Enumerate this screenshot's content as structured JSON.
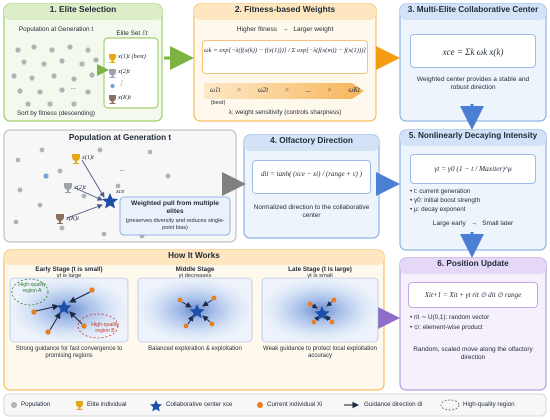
{
  "panel1": {
    "title": "1. Elite Selection",
    "population_label": "Population at Generation t",
    "elite_set_label": "Elite Set ℰt",
    "elites": [
      "x(1)t (best)",
      "x(2)t",
      "⋮",
      "x(K)t"
    ],
    "sort_note": "Sort by fitness (descending)",
    "ellipsis": "..."
  },
  "panel2": {
    "title": "2. Fitness-based Weights",
    "higher": "Higher fitness",
    "arrow": "→",
    "larger": "Larger weight",
    "formula": "ωk = exp[−λ(f(x(k)) − f(x(1)))] / Σ exp[−λ(f(x(m)) − f(x(1)))]",
    "order_items": [
      "ω1t",
      ">",
      "ω2t",
      ">",
      "...",
      ">",
      "ωKt"
    ],
    "best_tag": "(best)",
    "lambda_note": "λ: weight sensitivity (controls sharpness)"
  },
  "panel3": {
    "title": "3. Multi-Elite Collaborative Center",
    "formula": "xce = Σk ωk x(k)",
    "note": "Weighted center provides a stable and robust direction"
  },
  "panel_pop": {
    "title": "Population at Generation t",
    "labels": [
      "x(1)t",
      "x(2)t",
      "x(K)t",
      "xce"
    ],
    "ellipsis": "...",
    "pull_title": "Weighted pull from multiple elites",
    "pull_note": "(preserves diversity and reduces single-point bias)"
  },
  "panel4": {
    "title": "4. Olfactory Direction",
    "formula": "dit = tanh( (xce − xi) / (range + ε) )",
    "note": "Normalized direction to the collaborative center"
  },
  "panel5": {
    "title": "5. Nonlinearly Decaying Intensity",
    "formula": "γt = γ0 (1 − t / Maxiter)^μ",
    "bullets": [
      "t: current generation",
      "γ0: initial boost strength",
      "μ: decay exponent"
    ],
    "large_early": "Large early",
    "arrow": "→",
    "small_later": "Small later"
  },
  "panel_how": {
    "title": "How It Works",
    "stages": [
      {
        "title": "Early Stage (t is small)",
        "sub": "γt is large",
        "caption": "Strong guidance for fast convergence to promising regions"
      },
      {
        "title": "Middle Stage",
        "sub": "γt decreases",
        "caption": "Balanced exploration & exploitation"
      },
      {
        "title": "Late Stage (t is large)",
        "sub": "γt is small",
        "caption": "Weak guidance to protect local exploitation accuracy"
      }
    ],
    "region_a": "High-quality region A",
    "region_b": "High-quality region B"
  },
  "panel6": {
    "title": "6. Position Update",
    "formula": "Xit+1 = Xit + γt rit ⊙ dit ⊙ range",
    "bullets": [
      "rit ∼ U(0,1): random vector",
      "⊙: element-wise product"
    ],
    "note": "Random, scaled move along the olfactory direction"
  },
  "legend": [
    {
      "icon": "population-dot",
      "label": "Population"
    },
    {
      "icon": "trophy-icon",
      "label": "Elite individual"
    },
    {
      "icon": "star-icon",
      "label": "Collaborative center xce"
    },
    {
      "icon": "current-dot",
      "label": "Current individual Xi"
    },
    {
      "icon": "arrow-icon",
      "label": "Guidance direction di"
    },
    {
      "icon": "dashed-ellipse",
      "label": "High-quality region"
    }
  ],
  "colors": {
    "green": "#7cb342",
    "green_bg": "#f1f8e9",
    "orange": "#f59e0b",
    "orange_bg": "#fff7e6",
    "blue": "#4a7fd4",
    "blue_bg": "#eef4fc",
    "purple": "#8e6cc7",
    "purple_bg": "#f4eefc",
    "gray": "#9ca3af",
    "gray_bg": "#f7f7f7",
    "star": "#1e4fa8",
    "current": "#e67e22",
    "trophy": "#e6a817"
  }
}
